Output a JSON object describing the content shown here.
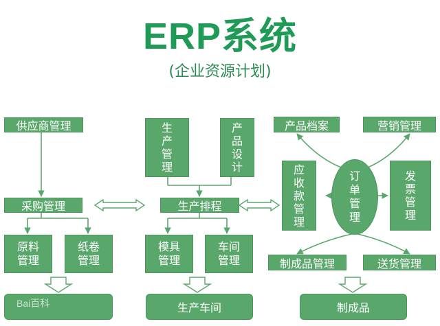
{
  "title": "ERP系统",
  "subtitle": "(企业资源计划)",
  "nodes": {
    "supplier_mgmt": "供应商管理",
    "purchase_mgmt": "采购管理",
    "raw_material": "原料管理",
    "paper_roll": "纸卷管理",
    "production": "生产管理",
    "product_design": "产品设计",
    "production_schedule": "生产排程",
    "mold_mgmt": "模具管理",
    "workshop_mgmt": "车间管理",
    "product_archive": "产品档案",
    "marketing_mgmt": "营销管理",
    "receivables_mgmt": "应收款管理",
    "order_mgmt": "订单管理",
    "invoice_mgmt": "发票管理",
    "finished_goods_mgmt": "制成品管理",
    "delivery_mgmt": "送货管理"
  },
  "outputs": {
    "warehouse": "",
    "workshop": "生产车间",
    "finished_goods": "制成品"
  },
  "watermark": "Bai百科"
}
